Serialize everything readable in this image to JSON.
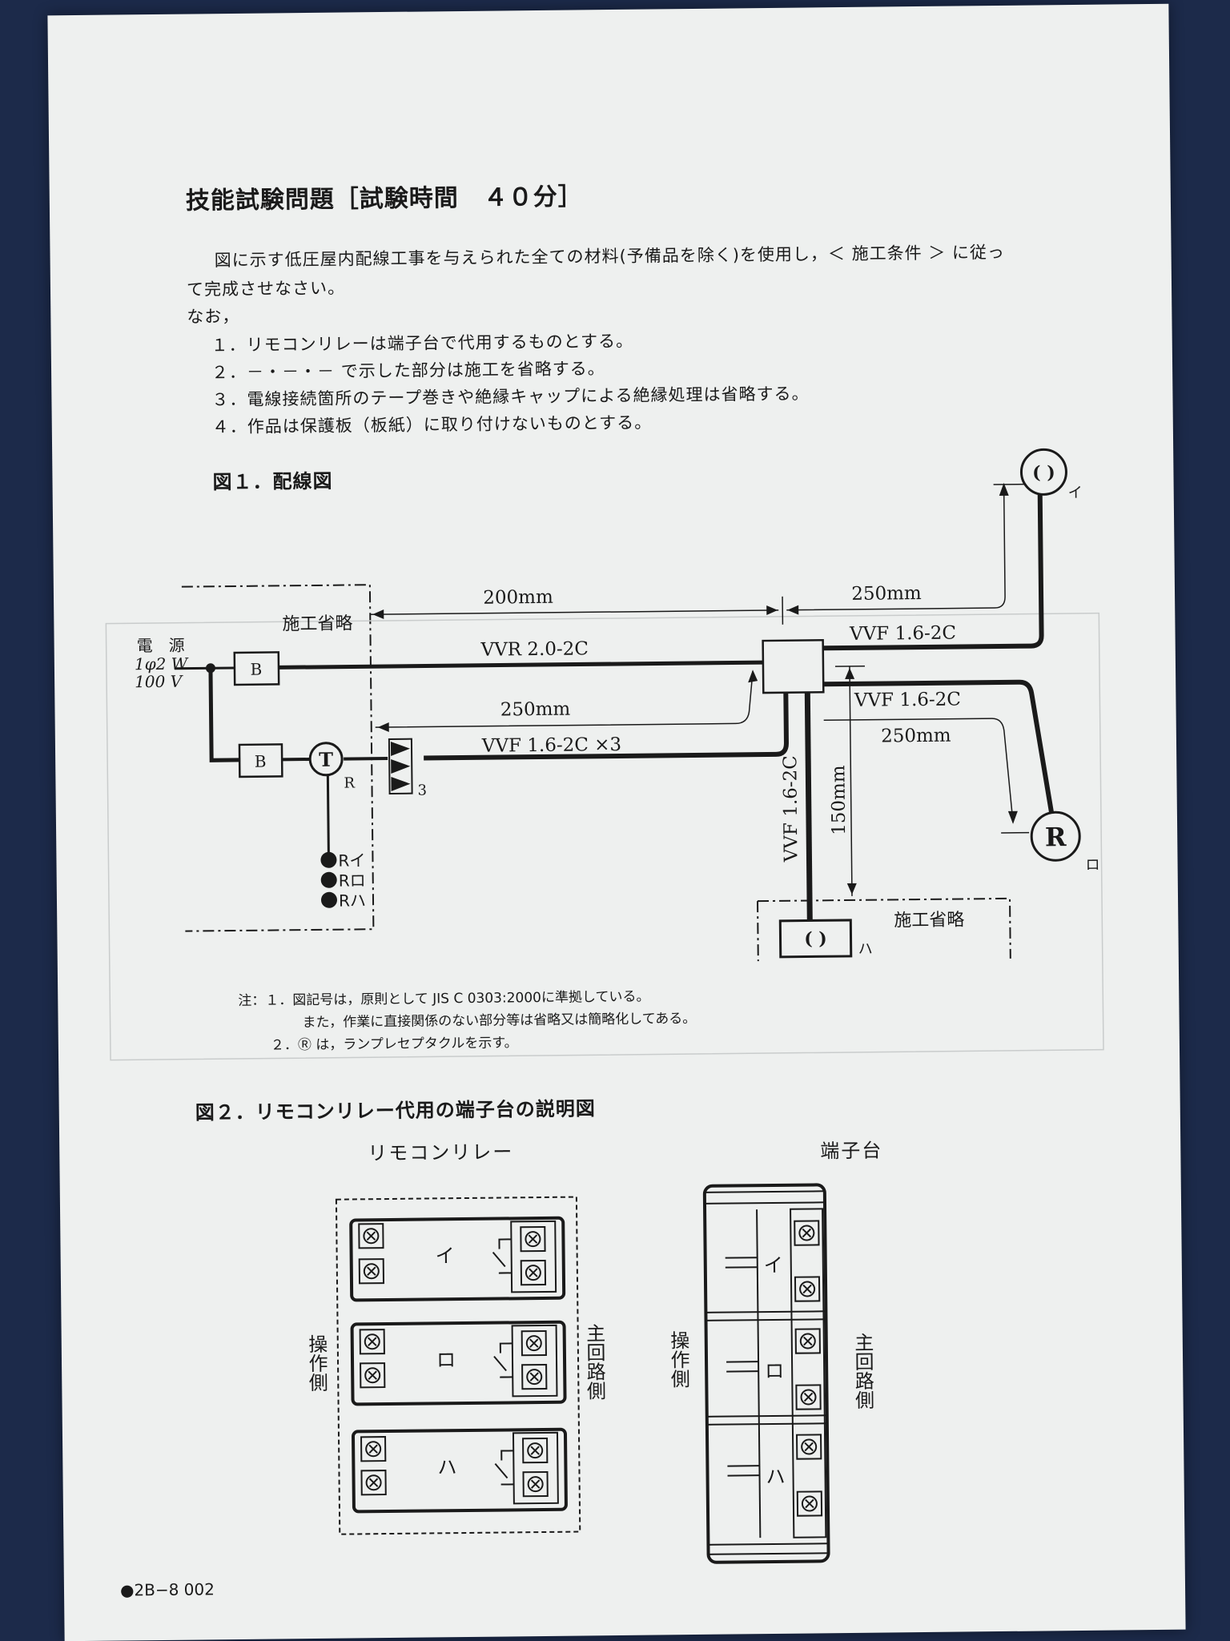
{
  "header": {
    "title": "技能試験問題［試験時間　４０分］"
  },
  "intro": {
    "line1": "図に示す低圧屋内配線工事を与えられた全ての材料(予備品を除く)を使用し，＜ 施工条件 ＞ に従っ",
    "line2": "て完成させなさい。",
    "line3": "なお，",
    "items": [
      "１．リモコンリレーは端子台で代用するものとする。",
      "２．－・－・－ で示した部分は施工を省略する。",
      "３．電線接続箇所のテープ巻きや絶縁キャップによる絶縁処理は省略する。",
      "４．作品は保護板（板紙）に取り付けないものとする。"
    ]
  },
  "figure1": {
    "heading": "図１．配線図",
    "labels": {
      "omit_left": "施工省略",
      "omit_right": "施工省略",
      "power_1": "電　源",
      "power_2": "1φ2 W",
      "power_3": "100 V",
      "breaker": "B",
      "timer": "T",
      "timer_r": "R",
      "transformer_count": "3",
      "dim_200": "200mm",
      "dim_250_top": "250mm",
      "dim_250_mid": "250mm",
      "dim_250_right": "250mm",
      "dim_150": "150mm",
      "cable_vvr": "VVR 2.0-2C",
      "cable_vvf_top": "VVF 1.6-2C",
      "cable_vvf_mid": "VVF 1.6-2C",
      "cable_vvf_x3": "VVF 1.6-2C ×3",
      "cable_vvf_vert": "VVF 1.6-2C",
      "lamp_i": "イ",
      "lamp_ro": "ロ",
      "lamp_ha": "ハ",
      "receptacle_r": "R",
      "switch_r1": "Rイ",
      "switch_r2": "Rロ",
      "switch_r3": "Rハ",
      "lamp_symbol": "( )"
    },
    "notes": [
      "注：１．図記号は，原則として JIS C 0303:2000に準拠している。",
      "また，作業に直接関係のない部分等は省略又は簡略化してある。",
      "２．Ⓡ は，ランプレセプタクルを示す。"
    ]
  },
  "figure2": {
    "heading": "図２．リモコンリレー代用の端子台の説明図",
    "relay_title": "リモコンリレー",
    "terminal_title": "端子台",
    "operation_side": "操作側",
    "main_circuit_side": "主回路側",
    "rows": [
      "イ",
      "ロ",
      "ハ"
    ]
  },
  "footer": {
    "code": "●2B−8 002"
  }
}
